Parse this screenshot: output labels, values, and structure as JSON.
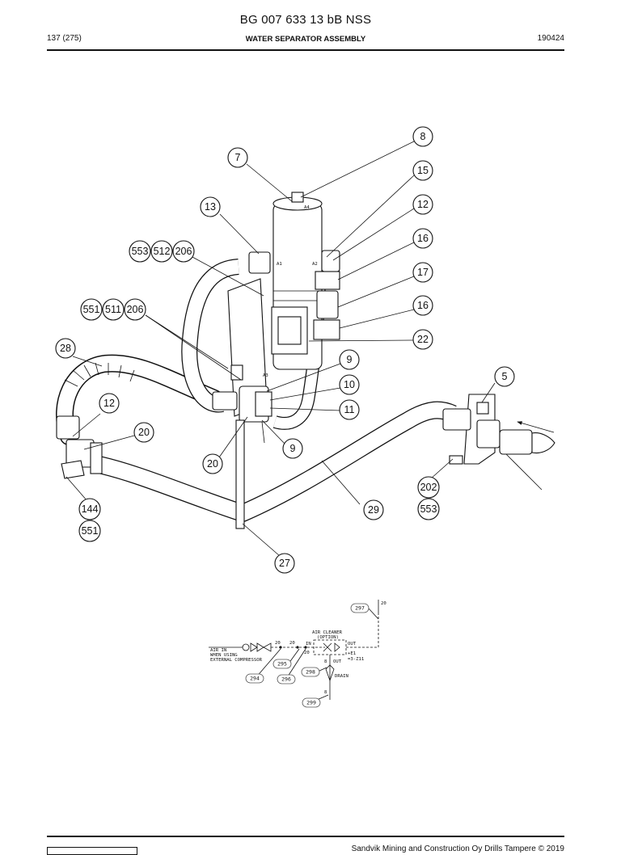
{
  "header": {
    "title": "BG 007 633 13 bB NSS",
    "page": "137 (275)",
    "section": "WATER SEPARATOR ASSEMBLY",
    "date": "190424"
  },
  "diagram": {
    "callouts": [
      {
        "id": "c8",
        "label": "8"
      },
      {
        "id": "c7",
        "label": "7"
      },
      {
        "id": "c15",
        "label": "15"
      },
      {
        "id": "c13",
        "label": "13"
      },
      {
        "id": "c12a",
        "label": "12"
      },
      {
        "id": "c16a",
        "label": "16"
      },
      {
        "id": "c553a",
        "label": "553"
      },
      {
        "id": "c512",
        "label": "512"
      },
      {
        "id": "c206a",
        "label": "206"
      },
      {
        "id": "c17",
        "label": "17"
      },
      {
        "id": "c551a",
        "label": "551"
      },
      {
        "id": "c511",
        "label": "511"
      },
      {
        "id": "c206b",
        "label": "206"
      },
      {
        "id": "c16b",
        "label": "16"
      },
      {
        "id": "c22",
        "label": "22"
      },
      {
        "id": "c28",
        "label": "28"
      },
      {
        "id": "c9a",
        "label": "9"
      },
      {
        "id": "c10",
        "label": "10"
      },
      {
        "id": "c5",
        "label": "5"
      },
      {
        "id": "c11",
        "label": "11"
      },
      {
        "id": "c12b",
        "label": "12"
      },
      {
        "id": "c20a",
        "label": "20"
      },
      {
        "id": "c9b",
        "label": "9"
      },
      {
        "id": "c20b",
        "label": "20"
      },
      {
        "id": "c202",
        "label": "202"
      },
      {
        "id": "c553b",
        "label": "553"
      },
      {
        "id": "c144",
        "label": "144"
      },
      {
        "id": "c29",
        "label": "29"
      },
      {
        "id": "c551b",
        "label": "551"
      },
      {
        "id": "c27",
        "label": "27"
      }
    ],
    "part_marks": {
      "a4": "A4",
      "a3": "A3",
      "a2": "A2",
      "a1": "A1"
    }
  },
  "schematic": {
    "air_in_lines": [
      "AIR IN",
      "WHEN USING",
      "EXTERNAL COMPRESSOR"
    ],
    "cleaner_lines": [
      "AIR CLEANER",
      "(OPTION)"
    ],
    "in_label": "IN",
    "out_label": "OUT",
    "out2_label": "OUT",
    "designation_lines": [
      "+E1",
      "=3-Z11"
    ],
    "drain_label": "DRAIN",
    "size_20_a": "20",
    "size_20_b": "20",
    "size_20_c": "20",
    "size_20_d": "20",
    "size_8_a": "8",
    "size_8_b": "8",
    "tags": [
      "297",
      "295",
      "294",
      "296",
      "298",
      "299"
    ]
  },
  "footer": {
    "copyright": "Sandvik Mining and Construction Oy Drills Tampere © 2019"
  }
}
